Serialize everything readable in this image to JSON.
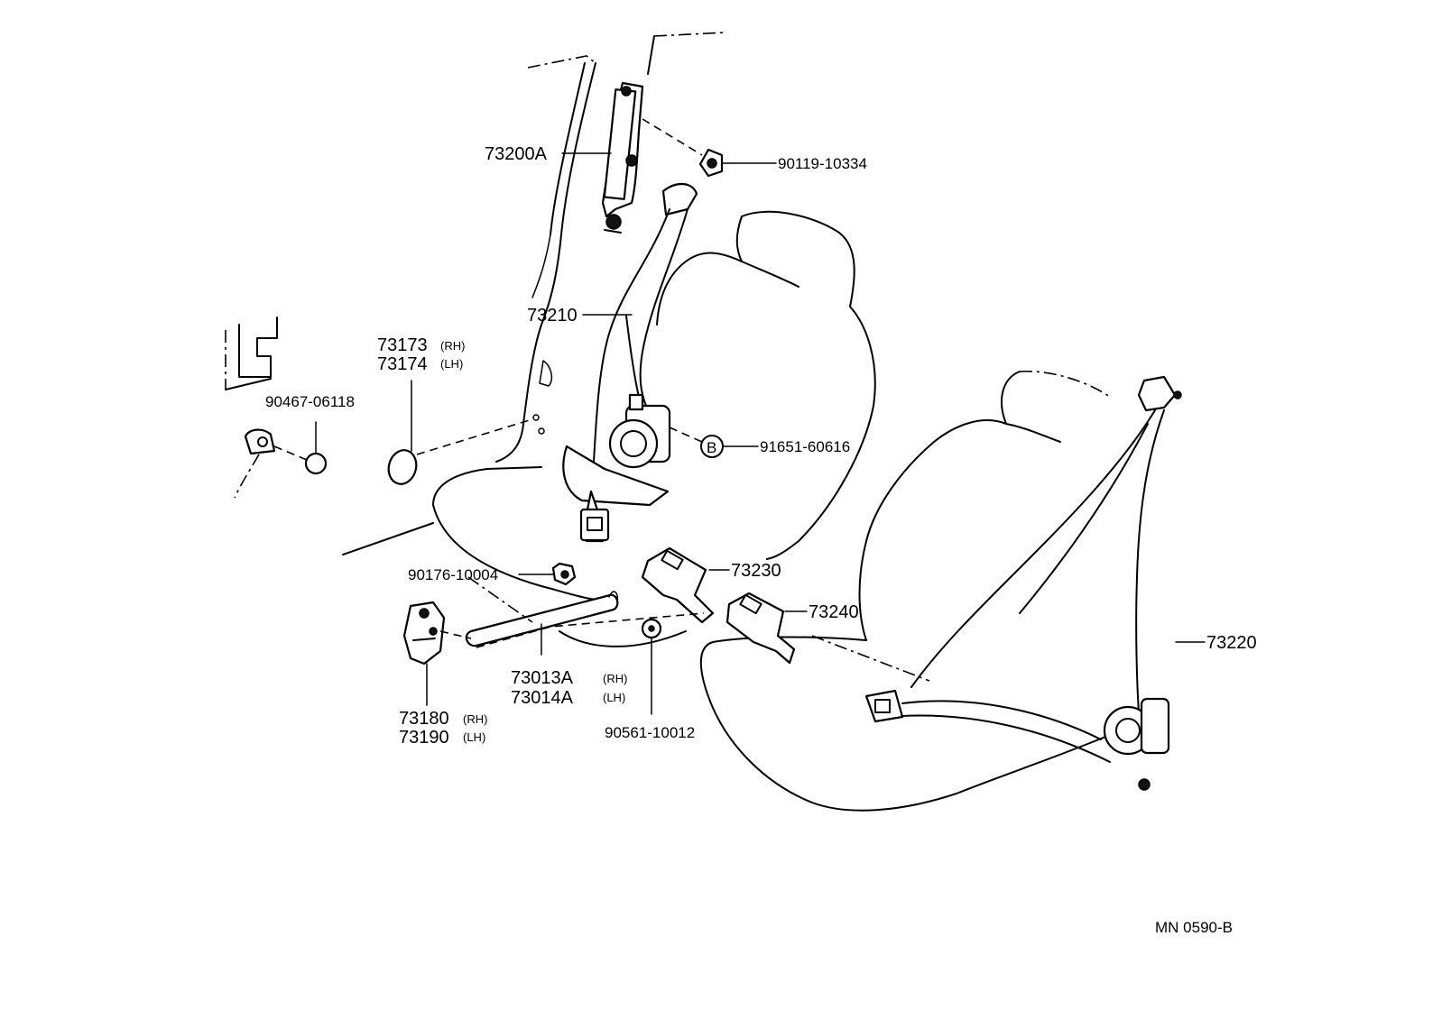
{
  "diagram_id": "MN 0590-B",
  "parts": {
    "shoulder_anchor": "73200A",
    "anchor_bolt": "90119-10334",
    "front_belt_outer": "73210",
    "cover_rh": "73173",
    "cover_lh": "73174",
    "rh_tag": "(RH)",
    "lh_tag": "(LH)",
    "clip": "90467-06118",
    "bolt_b": "91651-60616",
    "bolt_b_marker": "B",
    "nut": "90176-10004",
    "buckle_front": "73230",
    "buckle_rear": "73240",
    "rear_belt": "73220",
    "rail_rh": "73013A",
    "rail_lh": "73014A",
    "stay_rh": "73180",
    "stay_lh": "73190",
    "washer": "90561-10012"
  }
}
